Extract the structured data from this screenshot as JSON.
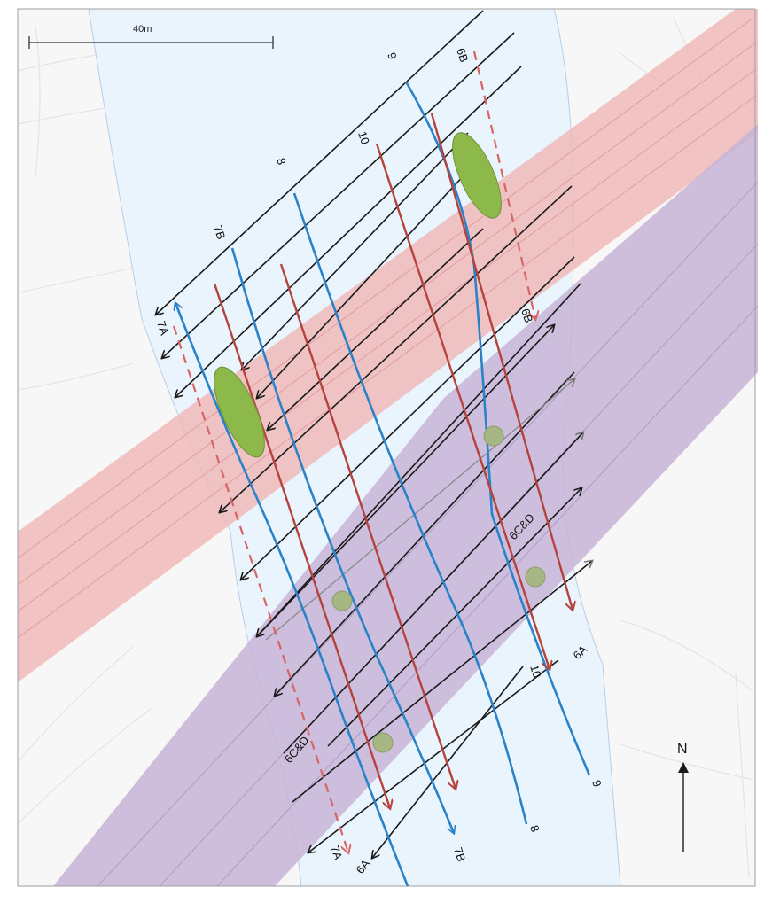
{
  "scale_bar": {
    "label": "40m"
  },
  "north_arrow": {
    "label": "N"
  },
  "colors": {
    "corridor": "#eaf4fd",
    "pink_band": "#f0b7b7",
    "purple_band": "#c7b4d6",
    "black_line": "#1a1a1a",
    "blue_line": "#2a82c9",
    "red_line": "#b5433c",
    "red_dashed": "#d96464",
    "green_ellipse": "#8db94a",
    "green_dot": "#a7b784"
  },
  "lines": {
    "blue": {
      "7A": {
        "start": "",
        "end": "7A"
      },
      "7B": {
        "start": "7B",
        "end": "7B"
      },
      "8": {
        "start": "8",
        "end": "8"
      },
      "9": {
        "start": "9",
        "end": "9"
      }
    },
    "red": {
      "10": {
        "start": "10",
        "end": "10"
      }
    },
    "dashed": {
      "6B": {
        "start": "6B",
        "end": "6B"
      },
      "7A": {
        "start": "7A",
        "end": "7A"
      }
    },
    "black": {
      "6A": {
        "start": "6A",
        "end": "6A"
      },
      "6CD": {
        "start": "6C&D",
        "end": "6C&D"
      }
    }
  }
}
